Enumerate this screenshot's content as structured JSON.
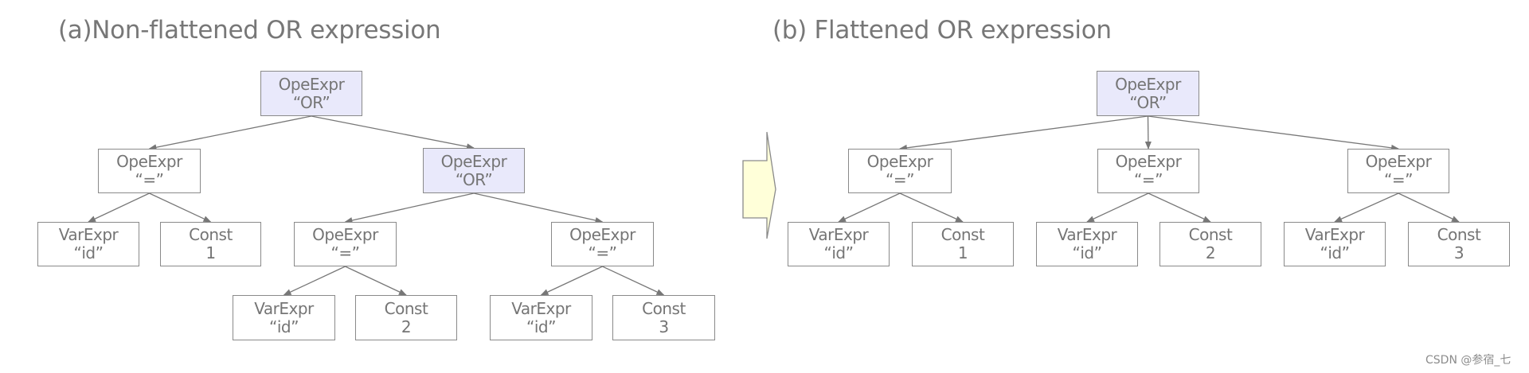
{
  "panels": [
    {
      "id": "a",
      "title": "(a)Non-flattened OR expression",
      "nodes": [
        {
          "id": "a-root",
          "type": "OpeExpr",
          "value": "“OR”",
          "highlight": true
        },
        {
          "id": "a-eq1",
          "type": "OpeExpr",
          "value": "“=”",
          "highlight": false,
          "parent": "a-root"
        },
        {
          "id": "a-or2",
          "type": "OpeExpr",
          "value": "“OR”",
          "highlight": true,
          "parent": "a-root"
        },
        {
          "id": "a-var1",
          "type": "VarExpr",
          "value": "“id”",
          "highlight": false,
          "parent": "a-eq1"
        },
        {
          "id": "a-const1",
          "type": "Const",
          "value": "1",
          "highlight": false,
          "parent": "a-eq1"
        },
        {
          "id": "a-eq2",
          "type": "OpeExpr",
          "value": "“=”",
          "highlight": false,
          "parent": "a-or2"
        },
        {
          "id": "a-eq3",
          "type": "OpeExpr",
          "value": "“=”",
          "highlight": false,
          "parent": "a-or2"
        },
        {
          "id": "a-var2",
          "type": "VarExpr",
          "value": "“id”",
          "highlight": false,
          "parent": "a-eq2"
        },
        {
          "id": "a-const2",
          "type": "Const",
          "value": "2",
          "highlight": false,
          "parent": "a-eq2"
        },
        {
          "id": "a-var3",
          "type": "VarExpr",
          "value": "“id”",
          "highlight": false,
          "parent": "a-eq3"
        },
        {
          "id": "a-const3",
          "type": "Const",
          "value": "3",
          "highlight": false,
          "parent": "a-eq3"
        }
      ]
    },
    {
      "id": "b",
      "title": "(b) Flattened OR expression",
      "nodes": [
        {
          "id": "b-root",
          "type": "OpeExpr",
          "value": "“OR”",
          "highlight": true
        },
        {
          "id": "b-eq1",
          "type": "OpeExpr",
          "value": "“=”",
          "highlight": false,
          "parent": "b-root"
        },
        {
          "id": "b-eq2",
          "type": "OpeExpr",
          "value": "“=”",
          "highlight": false,
          "parent": "b-root"
        },
        {
          "id": "b-eq3",
          "type": "OpeExpr",
          "value": "“=”",
          "highlight": false,
          "parent": "b-root"
        },
        {
          "id": "b-var1",
          "type": "VarExpr",
          "value": "“id”",
          "highlight": false,
          "parent": "b-eq1"
        },
        {
          "id": "b-const1",
          "type": "Const",
          "value": "1",
          "highlight": false,
          "parent": "b-eq1"
        },
        {
          "id": "b-var2",
          "type": "VarExpr",
          "value": "“id”",
          "highlight": false,
          "parent": "b-eq2"
        },
        {
          "id": "b-const2",
          "type": "Const",
          "value": "2",
          "highlight": false,
          "parent": "b-eq2"
        },
        {
          "id": "b-var3",
          "type": "VarExpr",
          "value": "“id”",
          "highlight": false,
          "parent": "b-eq3"
        },
        {
          "id": "b-const3",
          "type": "Const",
          "value": "3",
          "highlight": false,
          "parent": "b-eq3"
        }
      ]
    }
  ],
  "transform_arrow": {
    "icon": "right-block-arrow-icon",
    "fill": "#ffffd9",
    "stroke": "#8a8a8a"
  },
  "colors": {
    "highlight_fill": "#e9e9fb",
    "node_border": "#8a8a8a",
    "edge": "#777777",
    "text": "#757575"
  },
  "watermark": "CSDN @参宿_七"
}
